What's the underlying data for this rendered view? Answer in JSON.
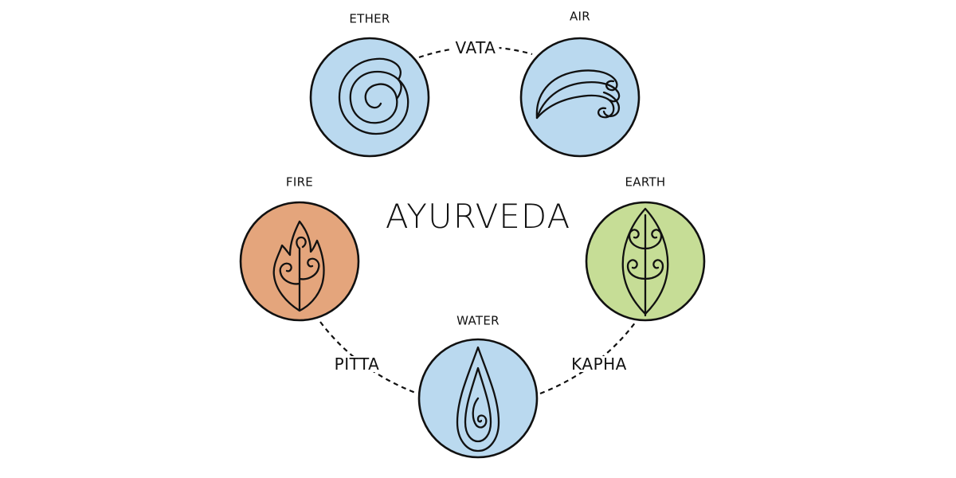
{
  "title": "AYURVEDA",
  "elements": [
    {
      "id": "ether",
      "label": "ETHER",
      "color": "#bad9ef",
      "icon": "spiral-icon"
    },
    {
      "id": "air",
      "label": "AIR",
      "color": "#bad9ef",
      "icon": "wind-icon"
    },
    {
      "id": "fire",
      "label": "FIRE",
      "color": "#e4a57c",
      "icon": "flame-icon"
    },
    {
      "id": "earth",
      "label": "EARTH",
      "color": "#c6dd96",
      "icon": "leaf-icon"
    },
    {
      "id": "water",
      "label": "WATER",
      "color": "#bad9ef",
      "icon": "water-drop-icon"
    }
  ],
  "doshas": [
    {
      "id": "vata",
      "label": "VATA",
      "links": [
        "ETHER",
        "AIR"
      ]
    },
    {
      "id": "pitta",
      "label": "PITTA",
      "links": [
        "FIRE",
        "WATER"
      ]
    },
    {
      "id": "kapha",
      "label": "KAPHA",
      "links": [
        "WATER",
        "EARTH"
      ]
    }
  ],
  "stroke_color": "#111111"
}
